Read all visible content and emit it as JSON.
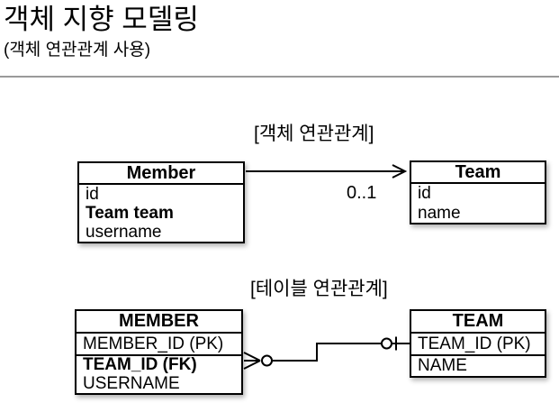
{
  "slide": {
    "title": "객체 지향 모델링",
    "subtitle": "(객체 연관관계 사용)"
  },
  "object_association": {
    "caption": "[객체 연관관계]",
    "multiplicity_label": "0..1",
    "member_class": {
      "title": "Member",
      "fields": [
        "id",
        "Team team",
        "username"
      ]
    },
    "team_class": {
      "title": "Team",
      "fields": [
        "id",
        "name"
      ]
    }
  },
  "table_association": {
    "caption": "[테이블 연관관계]",
    "member_table": {
      "title": "MEMBER",
      "fields": [
        "MEMBER_ID (PK)",
        "TEAM_ID (FK)",
        "USERNAME"
      ]
    },
    "team_table": {
      "title": "TEAM",
      "fields": [
        "TEAM_ID (PK)",
        "NAME"
      ]
    }
  },
  "colors": {
    "text": "#000000",
    "box_border": "#000000",
    "divider": "#9a9a9a"
  }
}
